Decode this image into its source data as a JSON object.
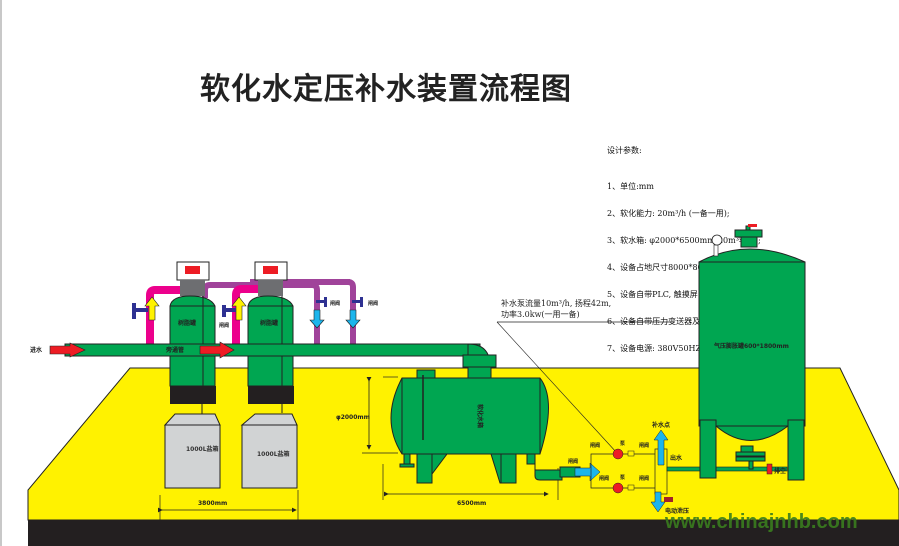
{
  "title": "软化水定压补水装置流程图",
  "design_params": {
    "heading": "设计参数:",
    "items": [
      "1、单位:mm",
      "2、软化能力: 20m³/h (一备一用);",
      "3、软水箱: φ2000*6500mm(20m³容积);",
      "4、设备占地尺寸8000*8000*mm,设备高度2500mm;",
      "5、设备自带PLC, 触摸屏中文操作, 智能自动运行;",
      "6、设备自带压力变送器及编程软件。",
      "7、设备电源: 380V50HZ, 设备功率6.0kw"
    ]
  },
  "labels": {
    "inlet": "进水",
    "bypass_pipe": "旁通管",
    "resin_tank_1": "树脂罐",
    "resin_tank_2": "树脂罐",
    "gate_valve": "闸阀",
    "brine_tank_1": "1000L盐箱",
    "brine_tank_2": "1000L盐箱",
    "soft_water_tank": "软化水箱",
    "height_dim": "φ2000mm",
    "length_dim": "6500mm",
    "width_dim": "3800mm",
    "pump_note_1": "补水泵流量10m³/h, 扬程42m,",
    "pump_note_2": "功率3.0kw(一用一备)",
    "pump": "泵",
    "makeup_point": "补水点",
    "outlet": "出水",
    "electric_pressure": "电动泄压",
    "drain": "排空",
    "expansion_tank": "气压膨胀罐600*1800mm",
    "watermark": "www.chinajnhb.com"
  },
  "colors": {
    "floor": "#fff200",
    "base": "#231f20",
    "tank_green": "#00a651",
    "pipe_magenta": "#ec008c",
    "pipe_purple": "#a0439a",
    "arrow_red": "#ed1c24",
    "arrow_yellow": "#fff200",
    "arrow_blue": "#1cb5ec",
    "valve_navy": "#2e3192",
    "brine_gray": "#d1d3d4"
  }
}
